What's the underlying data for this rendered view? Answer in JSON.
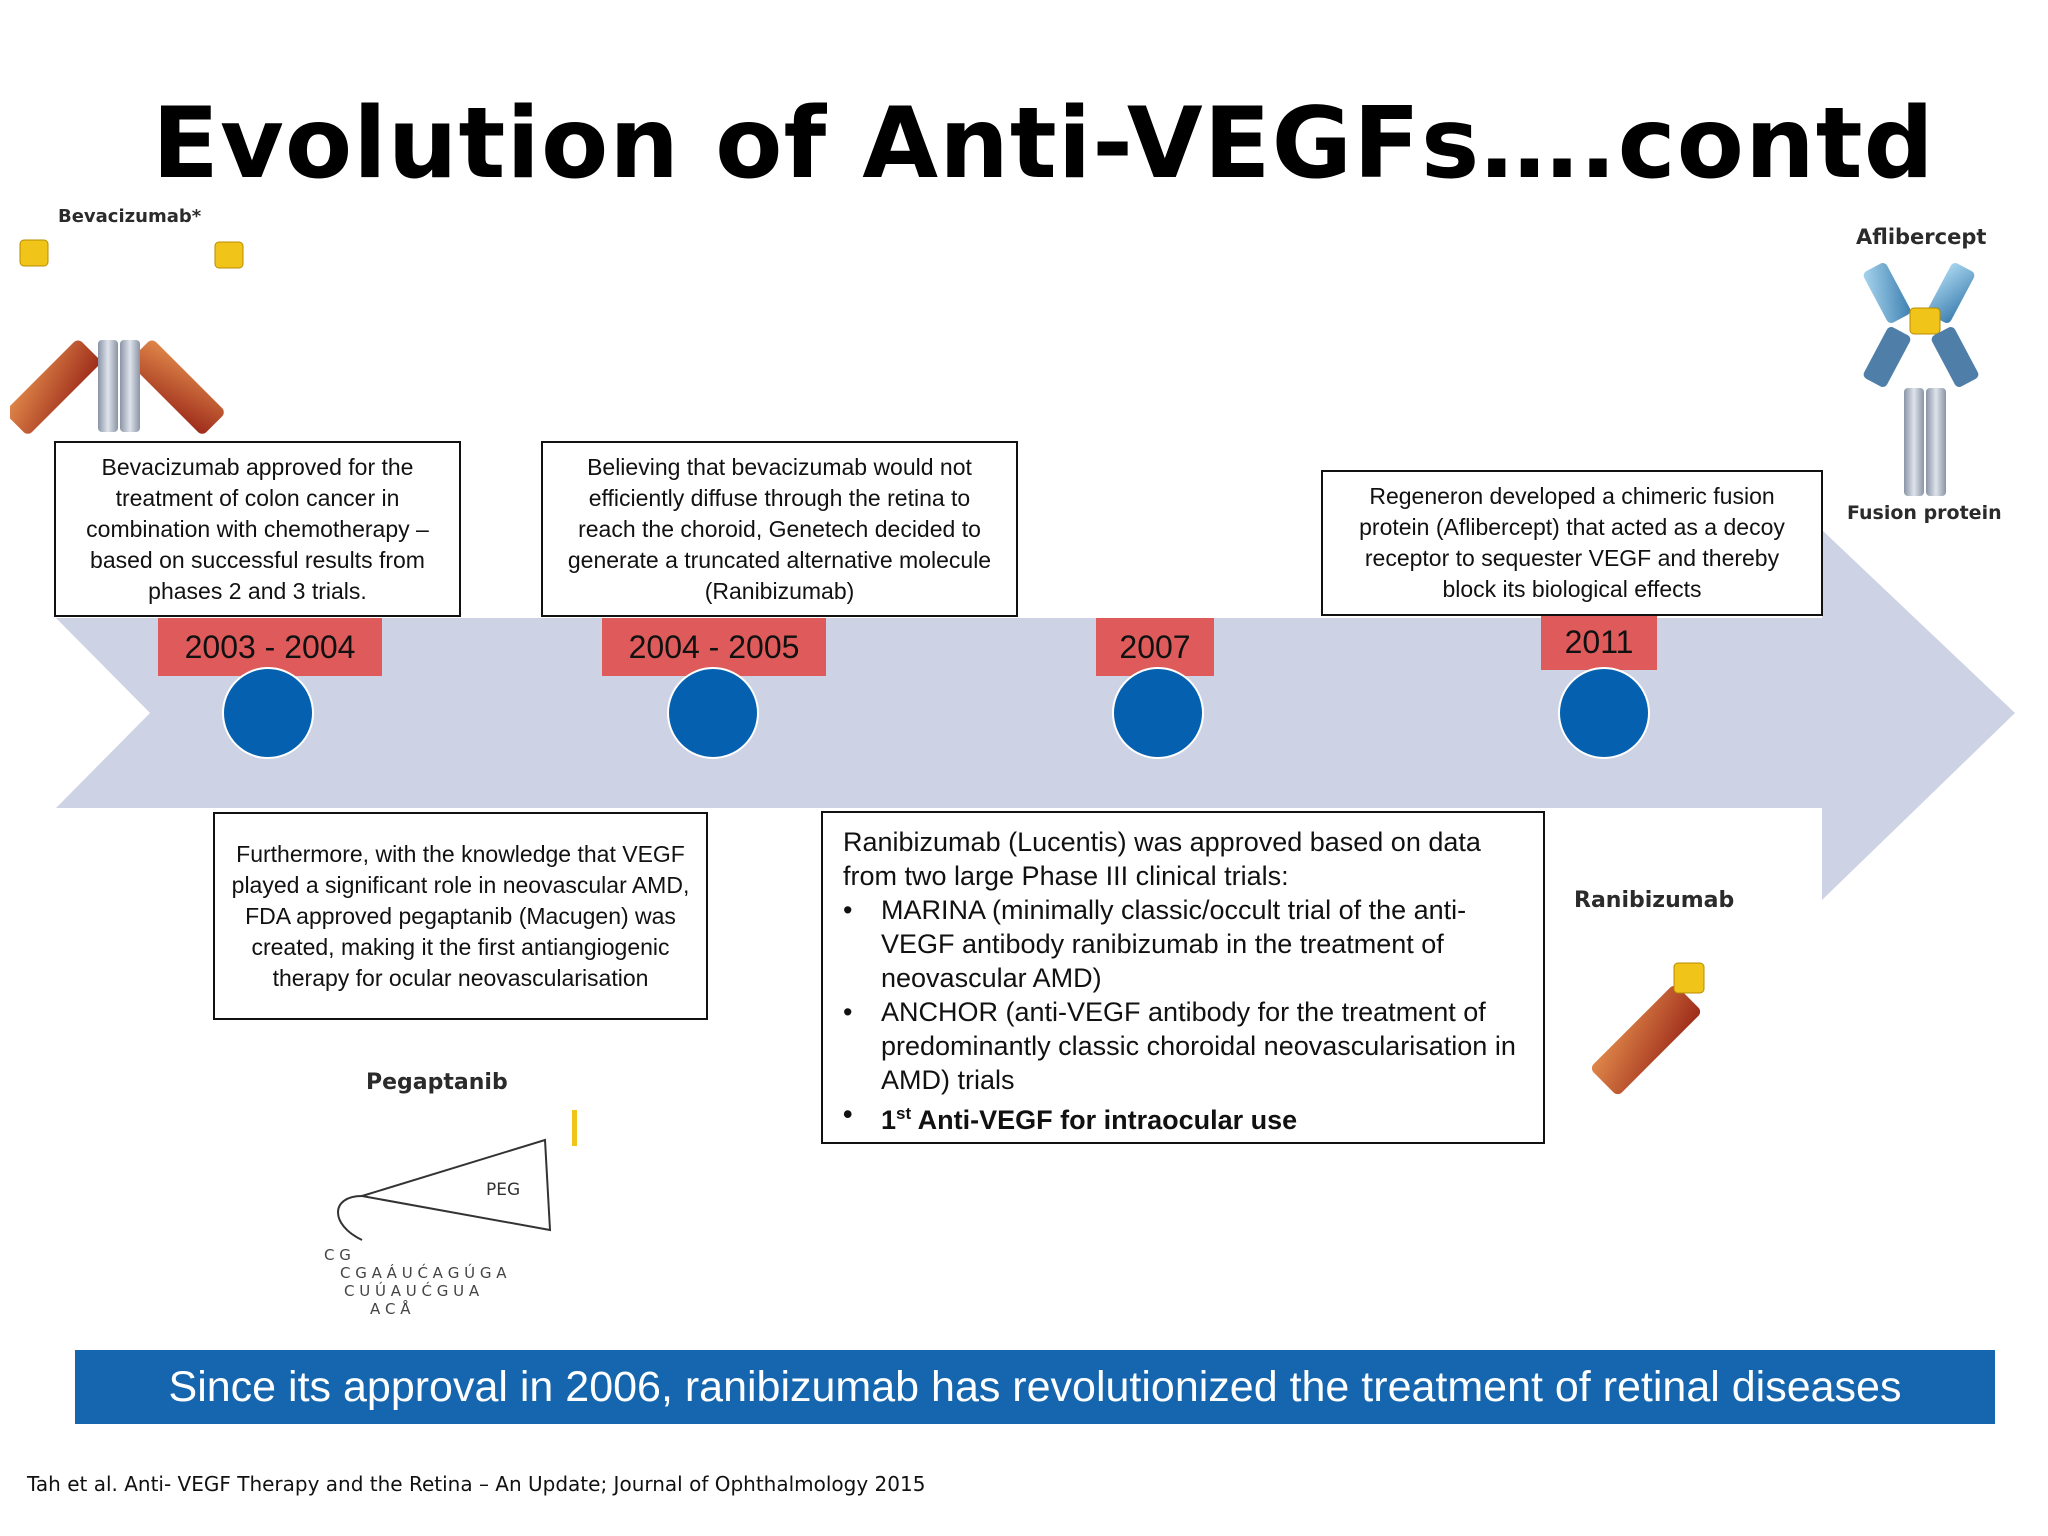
{
  "title": "Evolution of Anti-VEGFs….contd",
  "molecules": {
    "bevacizumab": "Bevacizumab*",
    "aflibercept": "Aflibercept",
    "fusion_protein": "Fusion protein",
    "ranibizumab": "Ranibizumab",
    "pegaptanib": "Pegaptanib",
    "peg": "PEG"
  },
  "timeline": [
    {
      "year": "2003 - 2004",
      "text": "Bevacizumab approved for the treatment of colon cancer in combination with chemotherapy – based on successful results from phases 2 and 3 trials."
    },
    {
      "year": "2004 - 2005",
      "text": "Believing that bevacizumab would not efficiently diffuse through the retina to reach the choroid, Genetech decided to generate a truncated alternative molecule  (Ranibizumab)",
      "below_text": "Furthermore, with the knowledge that VEGF played a significant role in neovascular AMD, FDA approved pegaptanib (Macugen) was created, making it the first antiangiogenic therapy for ocular neovascularisation"
    },
    {
      "year": "2007",
      "intro": "Ranibizumab (Lucentis) was approved based on data from two large Phase III clinical trials:",
      "bullets": [
        "MARINA (minimally classic/occult trial of the anti-VEGF antibody ranibizumab in the treatment of neovascular AMD)",
        "ANCHOR (anti-VEGF antibody for the treatment of predominantly classic choroidal neovascularisation in AMD) trials"
      ],
      "bold_bullet": {
        "ordinal": "1",
        "sup": "st",
        "rest": " Anti-VEGF for intraocular use"
      },
      "bullet_char": "•"
    },
    {
      "year": "2011",
      "text": "Regeneron developed a chimeric fusion protein (Aflibercept) that acted as a decoy receptor to sequester VEGF and thereby block its biological effects"
    }
  ],
  "banner": "Since its approval in 2006, ranibizumab has revolutionized the treatment of retinal diseases",
  "citation": "Tah et al. Anti- VEGF Therapy and the Retina – An Update; Journal of Ophthalmology 2015",
  "colors": {
    "arrow": "#cdd3e5",
    "year_box": "#df5b5b",
    "dot": "#0561b0",
    "banner": "#1566ae"
  }
}
